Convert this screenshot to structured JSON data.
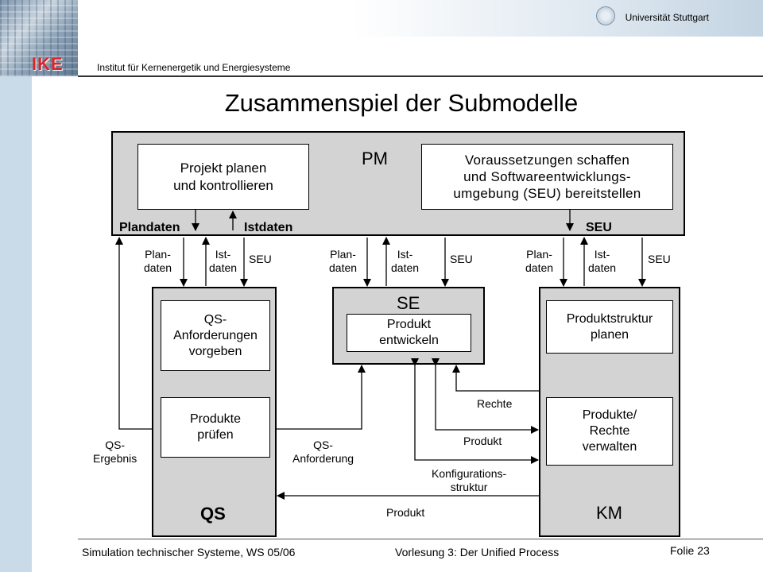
{
  "header": {
    "logo": "IKE",
    "university": "Universität Stuttgart",
    "institute": "Institut für Kernenergetik und Energiesysteme"
  },
  "title": "Zusammenspiel der Submodelle",
  "pm": {
    "name": "PM",
    "box_left": "Projekt planen\nund kontrollieren",
    "box_right": "Voraussetzungen schaffen\nund Softwareentwicklungs-\numgebung (SEU) bereitstellen",
    "plandaten": "Plandaten",
    "istdaten": "Istdaten",
    "seu": "SEU"
  },
  "flow_labels": {
    "plan": "Plan-\ndaten",
    "ist": "Ist-\ndaten",
    "seu": "SEU"
  },
  "qs": {
    "name": "QS",
    "box_top": "QS-\nAnforderungen\nvorgeben",
    "box_bottom": "Produkte\nprüfen"
  },
  "se": {
    "name": "SE",
    "box": "Produkt\nentwickeln"
  },
  "km": {
    "name": "KM",
    "box_top": "Produktstruktur\nplanen",
    "box_bottom": "Produkte/\nRechte\nverwalten"
  },
  "edges": {
    "qs_ergebnis": "QS-\nErgebnis",
    "qs_anforderung": "QS-\nAnforderung",
    "rechte": "Rechte",
    "produkt_se_km": "Produkt",
    "konfiguration": "Konfigurations-\nstruktur",
    "produkt_km_qs": "Produkt"
  },
  "footer": {
    "course": "Simulation technischer Systeme, WS 05/06",
    "lecture": "Vorlesung 3: Der  Unified Process",
    "folie": "Folie  23"
  }
}
